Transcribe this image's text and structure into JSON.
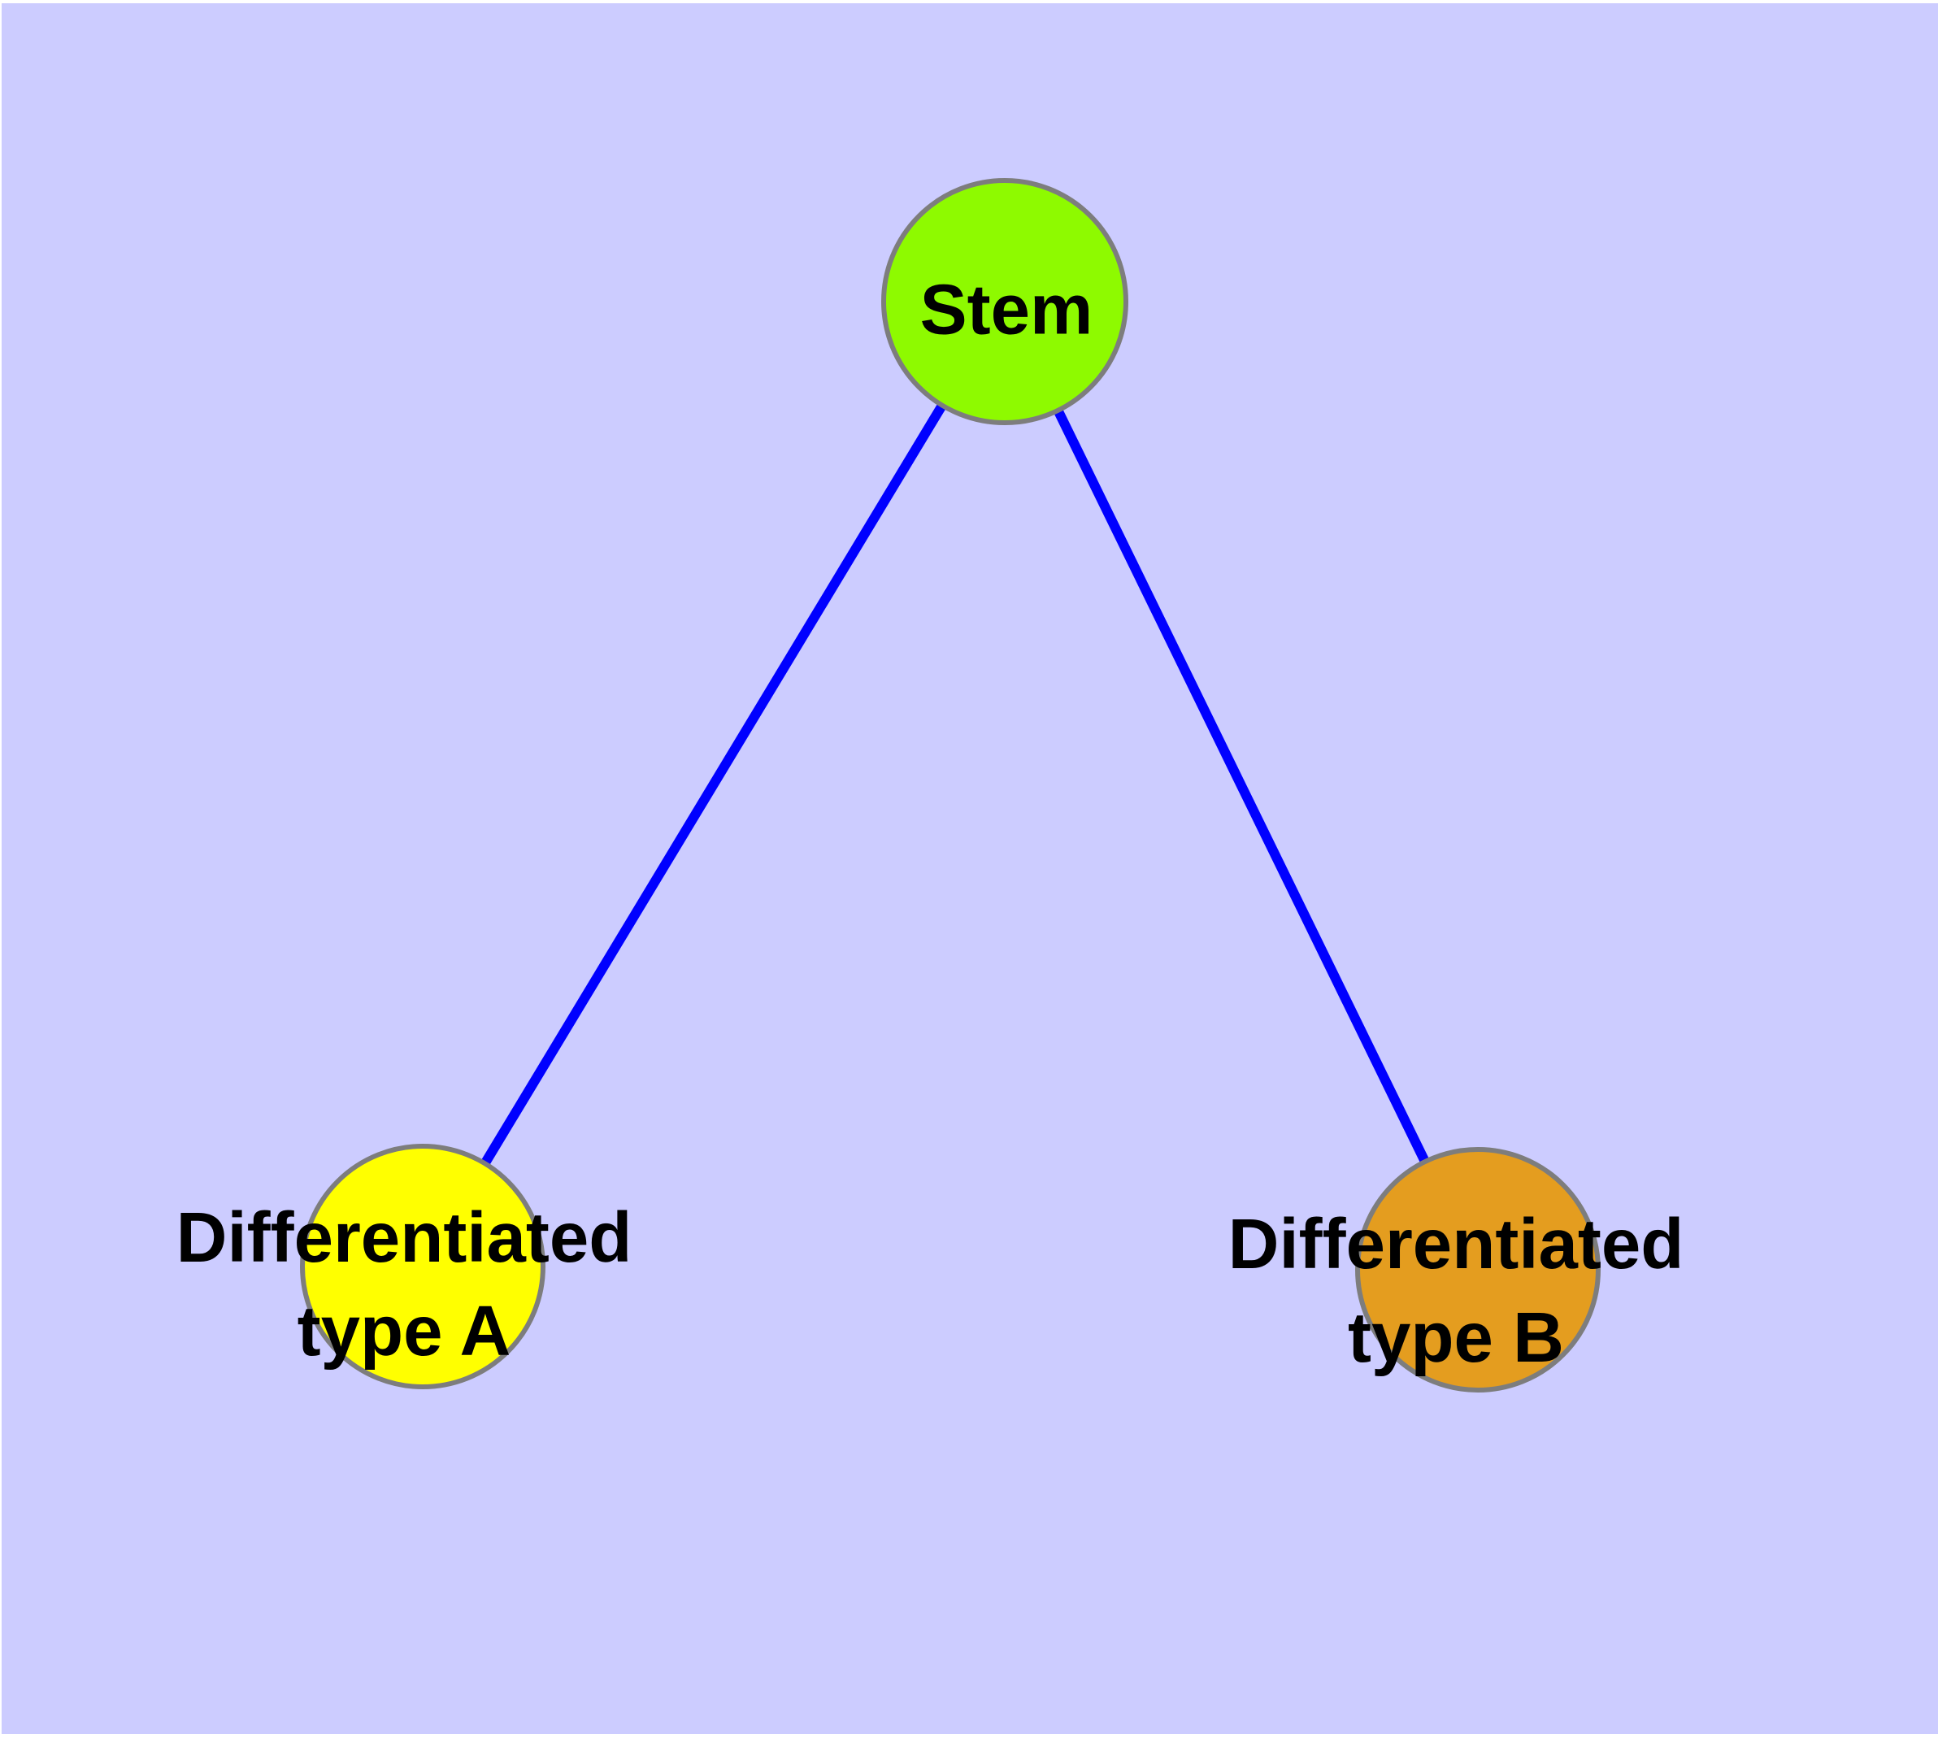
{
  "figure": {
    "type": "node-link-diagram",
    "description": "Stem cell differentiation graph: one stem node connected to two differentiated cell type nodes"
  },
  "colors": {
    "page_margin": "#FFFFFF",
    "background": "#CCCCFF",
    "edge": "#0000FF",
    "node_border": "#7D7D7D",
    "label_text": "#000000"
  },
  "nodes": [
    {
      "id": "stem",
      "label": "Stem",
      "label_lines": [
        "Stem"
      ],
      "fill": "#8EFA00"
    },
    {
      "id": "differentiated-type-a",
      "label": "Differentiated type A",
      "label_lines": [
        "Differentiated",
        "type A"
      ],
      "fill": "#FFFF00"
    },
    {
      "id": "differentiated-type-b",
      "label": "Differentiated type B",
      "label_lines": [
        "Differentiated",
        "type B"
      ],
      "fill": "#E49D1F"
    }
  ],
  "edges": [
    {
      "from": "stem",
      "to": "differentiated-type-a",
      "color": "#0000FF"
    },
    {
      "from": "stem",
      "to": "differentiated-type-b",
      "color": "#0000FF"
    }
  ]
}
